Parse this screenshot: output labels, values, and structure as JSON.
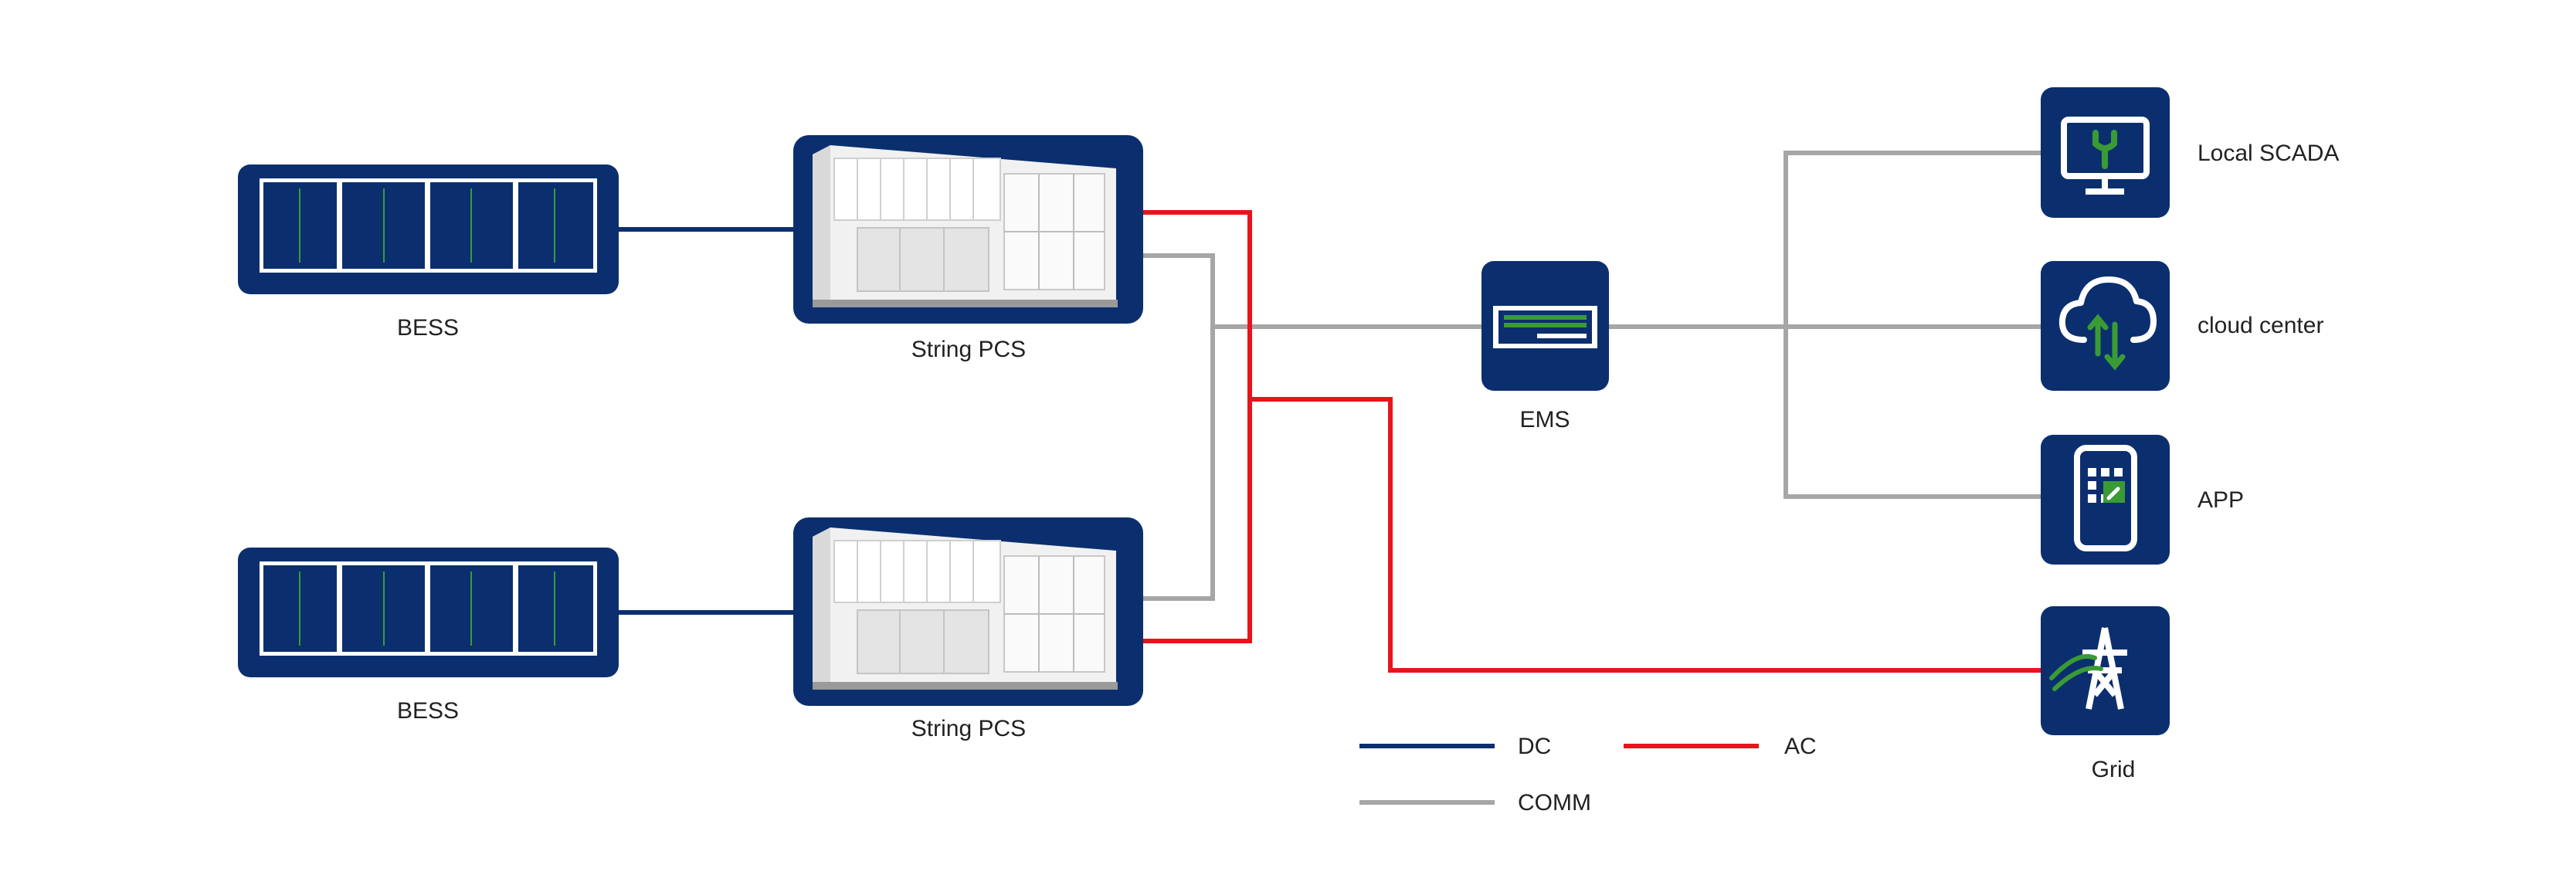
{
  "nodes": {
    "bess_top": {
      "label": "BESS"
    },
    "bess_bottom": {
      "label": "BESS"
    },
    "pcs_top": {
      "label": "String PCS"
    },
    "pcs_bottom": {
      "label": "String PCS"
    },
    "ems": {
      "label": "EMS"
    },
    "local_scada": {
      "label": "Local SCADA",
      "icon": "monitor-wrench-icon"
    },
    "cloud_center": {
      "label": "cloud center",
      "icon": "cloud-sync-icon"
    },
    "app": {
      "label": "APP",
      "icon": "phone-app-icon"
    },
    "grid": {
      "label": "Grid",
      "icon": "transmission-tower-icon"
    }
  },
  "legend": [
    {
      "key": "dc",
      "label": "DC",
      "color": "#0b2f6e"
    },
    {
      "key": "ac",
      "label": "AC",
      "color": "#e8141b"
    },
    {
      "key": "comm",
      "label": "COMM",
      "color": "#a6a6a6"
    }
  ],
  "colors": {
    "node_fill": "#0b2f6e",
    "accent_green": "#3a9b35",
    "dc_line": "#0b2f6e",
    "ac_line": "#e8141b",
    "comm_line": "#a6a6a6"
  }
}
